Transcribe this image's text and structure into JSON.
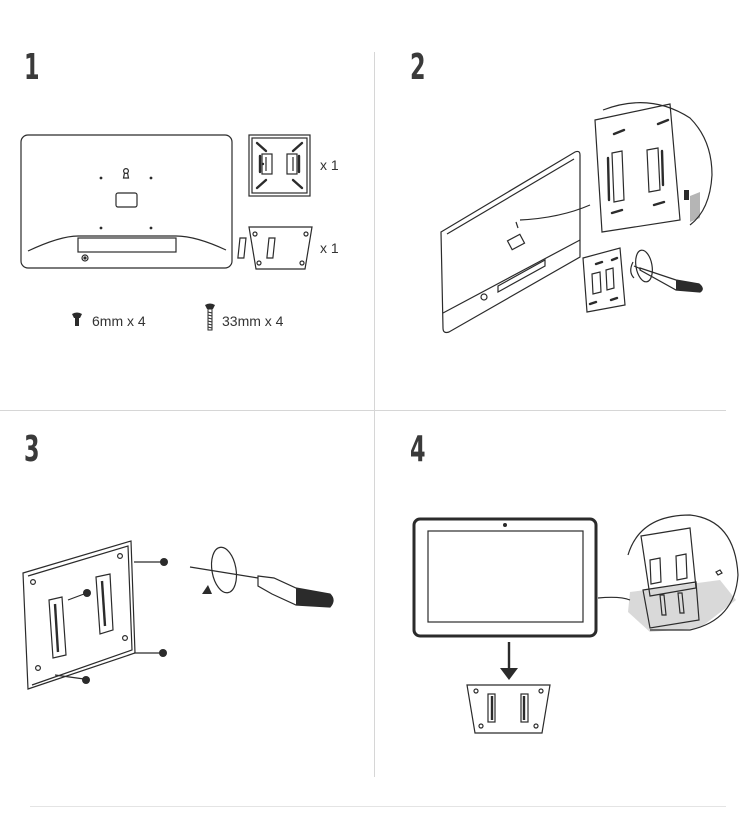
{
  "steps": [
    {
      "number": "1"
    },
    {
      "number": "2"
    },
    {
      "number": "3"
    },
    {
      "number": "4"
    }
  ],
  "step1": {
    "plate_large_qty": "x 1",
    "plate_small_qty": "x 1",
    "screw_short_label": "6mm x 4",
    "screw_long_label": "33mm x 4"
  }
}
